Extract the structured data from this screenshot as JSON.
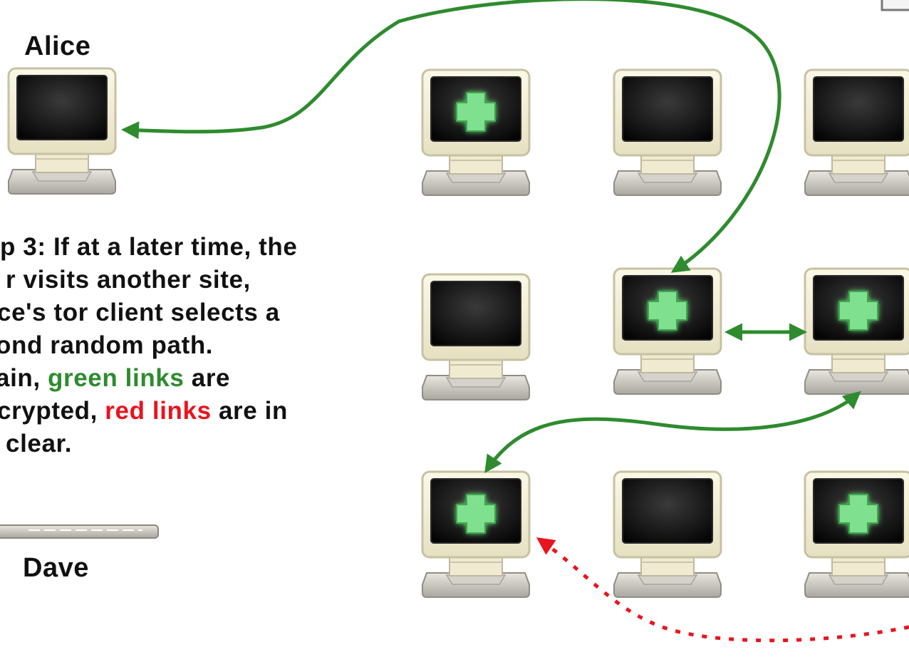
{
  "labels": {
    "alice": "Alice",
    "dave": "Dave"
  },
  "step_text": {
    "line1": "p 3:  If at a later time, the",
    "line2": "r visits another site,",
    "line3": "ce's tor client selects a",
    "line4": "ond random path.",
    "line5_a": "ain, ",
    "line5_green": "green links",
    "line5_b": " are",
    "line6_a": "crypted, ",
    "line6_red": "red links",
    "line6_b": " are in",
    "line7": "clear."
  },
  "colors": {
    "encrypted_link": "#2e8b2e",
    "clear_link": "#e8141e",
    "monitor_frame": "#f2edd2",
    "screen": "#111111",
    "base": "#c8c6bd"
  },
  "nodes": [
    {
      "name": "alice-computer",
      "plus": false
    },
    {
      "name": "node-r1c1",
      "plus": true
    },
    {
      "name": "node-r1c2",
      "plus": false
    },
    {
      "name": "node-r1c3",
      "plus": false
    },
    {
      "name": "node-r2c1",
      "plus": false
    },
    {
      "name": "node-r2c2",
      "plus": true
    },
    {
      "name": "node-r2c3",
      "plus": true
    },
    {
      "name": "node-r3c1",
      "plus": true
    },
    {
      "name": "node-r3c2",
      "plus": false
    },
    {
      "name": "node-r3c3",
      "plus": true
    }
  ]
}
